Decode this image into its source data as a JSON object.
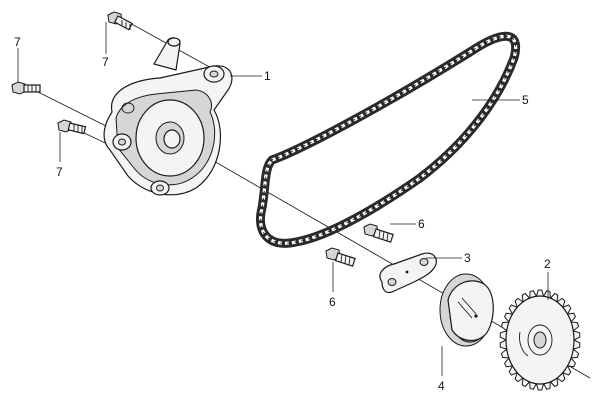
{
  "callouts": {
    "c1": "1",
    "c2": "2",
    "c3": "3",
    "c4": "4",
    "c5": "5",
    "c6a": "6",
    "c6b": "6",
    "c7a": "7",
    "c7b": "7",
    "c7c": "7"
  },
  "colors": {
    "line": "#1a1a1a",
    "fill": "#f4f4f4",
    "shade": "#d6d6d6",
    "chain": "#2a2a2a"
  },
  "parts": [
    {
      "id": "1",
      "icon": "oil-pump-housing"
    },
    {
      "id": "2",
      "icon": "driven-sprocket"
    },
    {
      "id": "3",
      "icon": "plate"
    },
    {
      "id": "4",
      "icon": "pump-rotor"
    },
    {
      "id": "5",
      "icon": "drive-chain"
    },
    {
      "id": "6",
      "icon": "bolt"
    },
    {
      "id": "7",
      "icon": "bolt"
    }
  ]
}
